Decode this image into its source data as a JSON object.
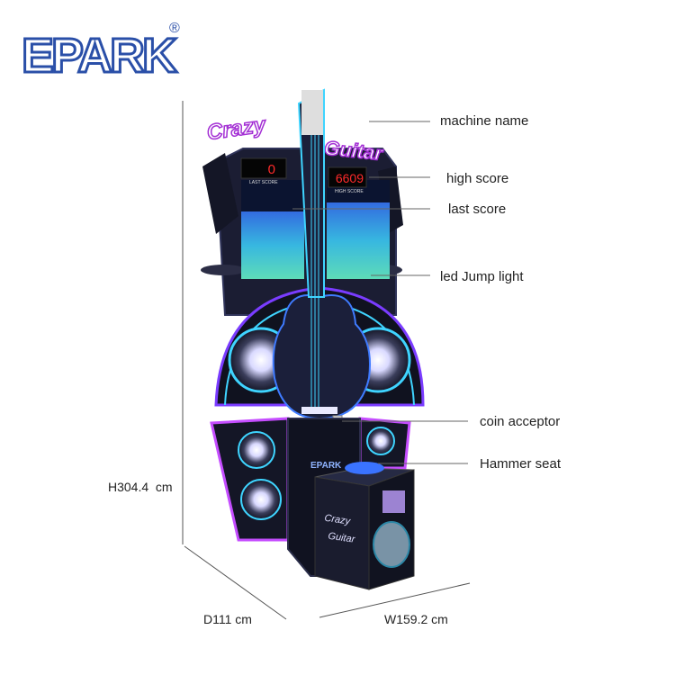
{
  "brand": {
    "logo_text": "EPARK",
    "registered_mark": "®"
  },
  "machine": {
    "title_word_1": "Crazy",
    "title_word_2": "Guitar",
    "last_score_value": "0",
    "last_score_caption": "LAST SCORE",
    "high_score_value": "6609",
    "high_score_caption": "HIGH SCORE",
    "base_logo": "EPARK"
  },
  "callouts": [
    {
      "label": "machine name"
    },
    {
      "label": "high score"
    },
    {
      "label": "last score"
    },
    {
      "label": "led Jump light"
    },
    {
      "label": "coin acceptor"
    },
    {
      "label": "Hammer seat"
    }
  ],
  "dimensions": {
    "height": "H304.4  cm",
    "depth": "D111 cm",
    "width": "W159.2 cm"
  },
  "colors": {
    "brand_blue": "#2a4fa8",
    "neon_purple": "#b84dff",
    "neon_cyan": "#3fd4ff",
    "led_red": "#ff2a2a",
    "cabinet_dark": "#141626"
  }
}
